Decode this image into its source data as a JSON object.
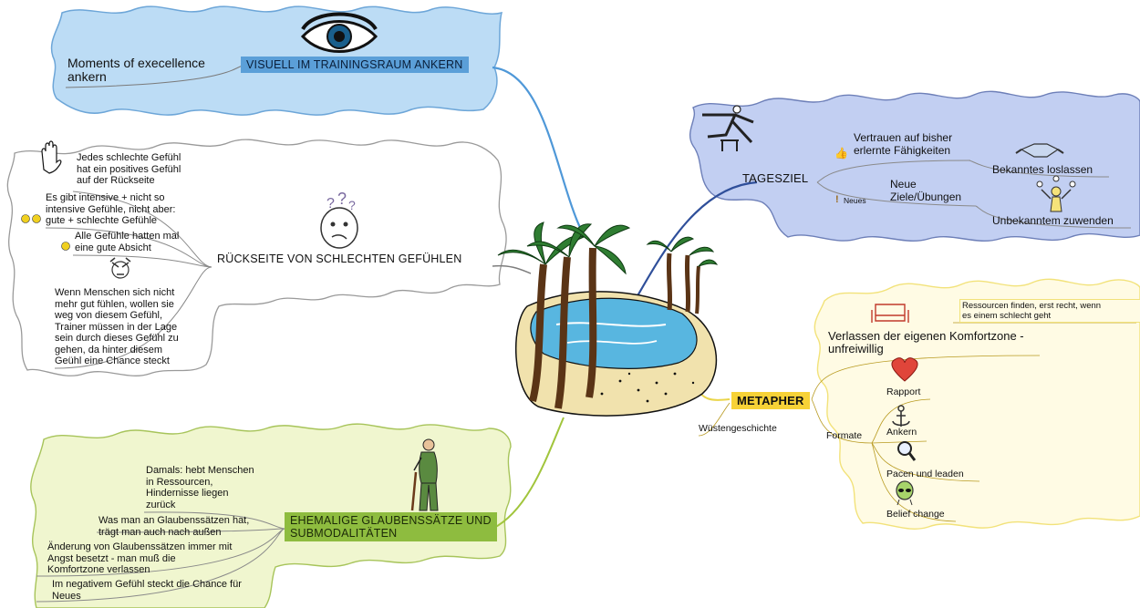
{
  "colors": {
    "blue_cloud": "#bcdcf5",
    "blue_border": "#6da6d8",
    "blue_topic": "#5b9fd8",
    "white_cloud": "#ffffff",
    "white_border": "#9a9a9a",
    "green_cloud": "#f0f6cf",
    "green_border": "#a7c45a",
    "green_topic": "#8ebc3f",
    "yellow_cloud": "#fffbe4",
    "yellow_border": "#f2e27a",
    "yellow_topic": "#f7d237",
    "periwinkle_cloud": "#c2cff2",
    "periwinkle_border": "#6d7fb8",
    "connector_blue": "#4f98d8",
    "connector_navy": "#2f4f9a",
    "connector_yellow": "#ead54a",
    "connector_green": "#a1c53c"
  },
  "icons": [
    "eye-icon",
    "hand-icon",
    "smiley-icon",
    "confused-face-icon",
    "angry-face-icon",
    "hurdler-icon",
    "thumbs-icon",
    "handshake-icon",
    "juggler-icon",
    "exclamation-icon",
    "sofa-icon",
    "heart-icon",
    "anchor-icon",
    "magnifier-icon",
    "alien-icon",
    "old-man-icon",
    "palm-island-icon"
  ],
  "top_left": {
    "topic": "VISUELL IM TRAININGSRAUM ANKERN",
    "note": "Moments of execellence\nankern"
  },
  "middle_left": {
    "topic": "RÜCKSEITE VON SCHLECHTEN GEFÜHLEN",
    "items": [
      "Jedes schlechte Gefühl\nhat ein positives Gefühl\nauf der Rückseite",
      "Es gibt intensive + nicht so\nintensive Gefühle, nicht aber:\ngute + schlechte Gefühle",
      "Alle Gefühle hatten mal\neine gute Absicht",
      "Wenn Menschen sich nicht\nmehr gut fühlen, wollen sie\nweg von diesem Gefühl,\nTrainer müssen in der Lage\nsein durch dieses Gefühl zu\ngehen, da hinter diesem\nGeühl eine Chance steckt"
    ]
  },
  "bottom_left": {
    "topic": "EHEMALIGE GLAUBENSSÄTZE UND\nSUBMODALITÄTEN",
    "items": [
      "Damals: hebt Menschen\nin Ressourcen,\nHindernisse liegen\nzurück",
      "Was man an Glaubenssätzen hat,\nträgt man auch nach außen",
      "Änderung von Glaubenssätzen immer mit\nAngst besetzt - man muß die\nKomfortzone verlassen",
      "Im negativem Gefühl steckt die Chance für\nNeues"
    ]
  },
  "top_right": {
    "topic": "TAGESZIEL",
    "branch1": "Vertrauen auf bisher\nerlernte Fähigkeiten",
    "branch1_sub": "Bekanntes loslassen",
    "branch2_tag": "Neues",
    "branch2": "Neue\nZiele/Übungen",
    "branch2_sub": "Unbekanntem zuwenden"
  },
  "bottom_right": {
    "topic": "METAPHER",
    "branch_top": "Verlassen der eigenen Komfortzone -\nunfreiwillig",
    "branch_top_note": "Ressourcen finden, erst recht, wenn\nes einem schlecht geht",
    "branch_left": "Wüstengeschichte",
    "formate_label": "Formate",
    "formate": [
      "Rapport",
      "Ankern",
      "Pacen und leaden",
      "Belief change"
    ]
  }
}
